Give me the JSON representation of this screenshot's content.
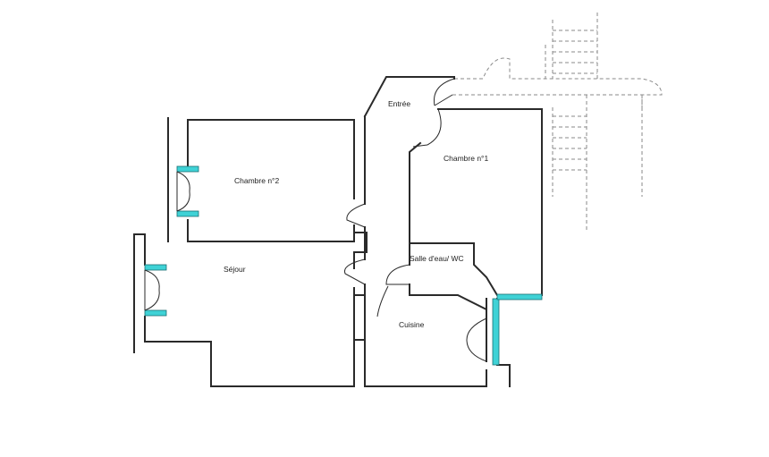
{
  "rooms": {
    "entree": "Entrée",
    "chambre1": "Chambre n°1",
    "chambre2": "Chambre n°2",
    "sejour": "Séjour",
    "salle_eau": "Salle d'eau/ WC",
    "cuisine": "Cuisine"
  },
  "colors": {
    "wall": "#2a2a2a",
    "window": "#3fd2d6",
    "dashed_outline": "#8a8a8a",
    "background": "#ffffff"
  }
}
